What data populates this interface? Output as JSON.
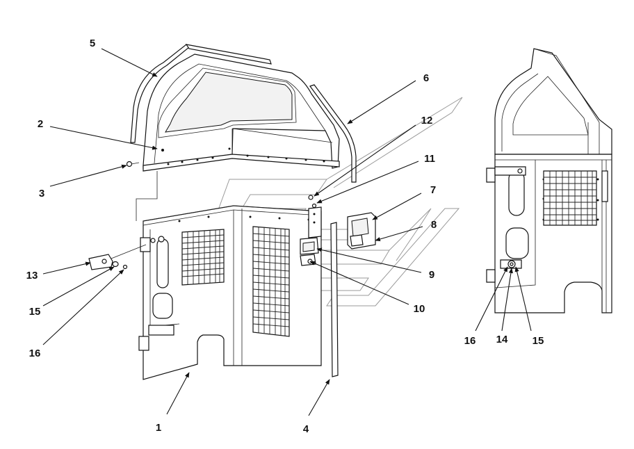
{
  "diagram": {
    "callouts_left": [
      "1",
      "2",
      "3",
      "4",
      "5",
      "6",
      "7",
      "8",
      "9",
      "10",
      "11",
      "12",
      "13",
      "15",
      "16"
    ],
    "callouts_right": [
      "14",
      "15",
      "16"
    ]
  }
}
